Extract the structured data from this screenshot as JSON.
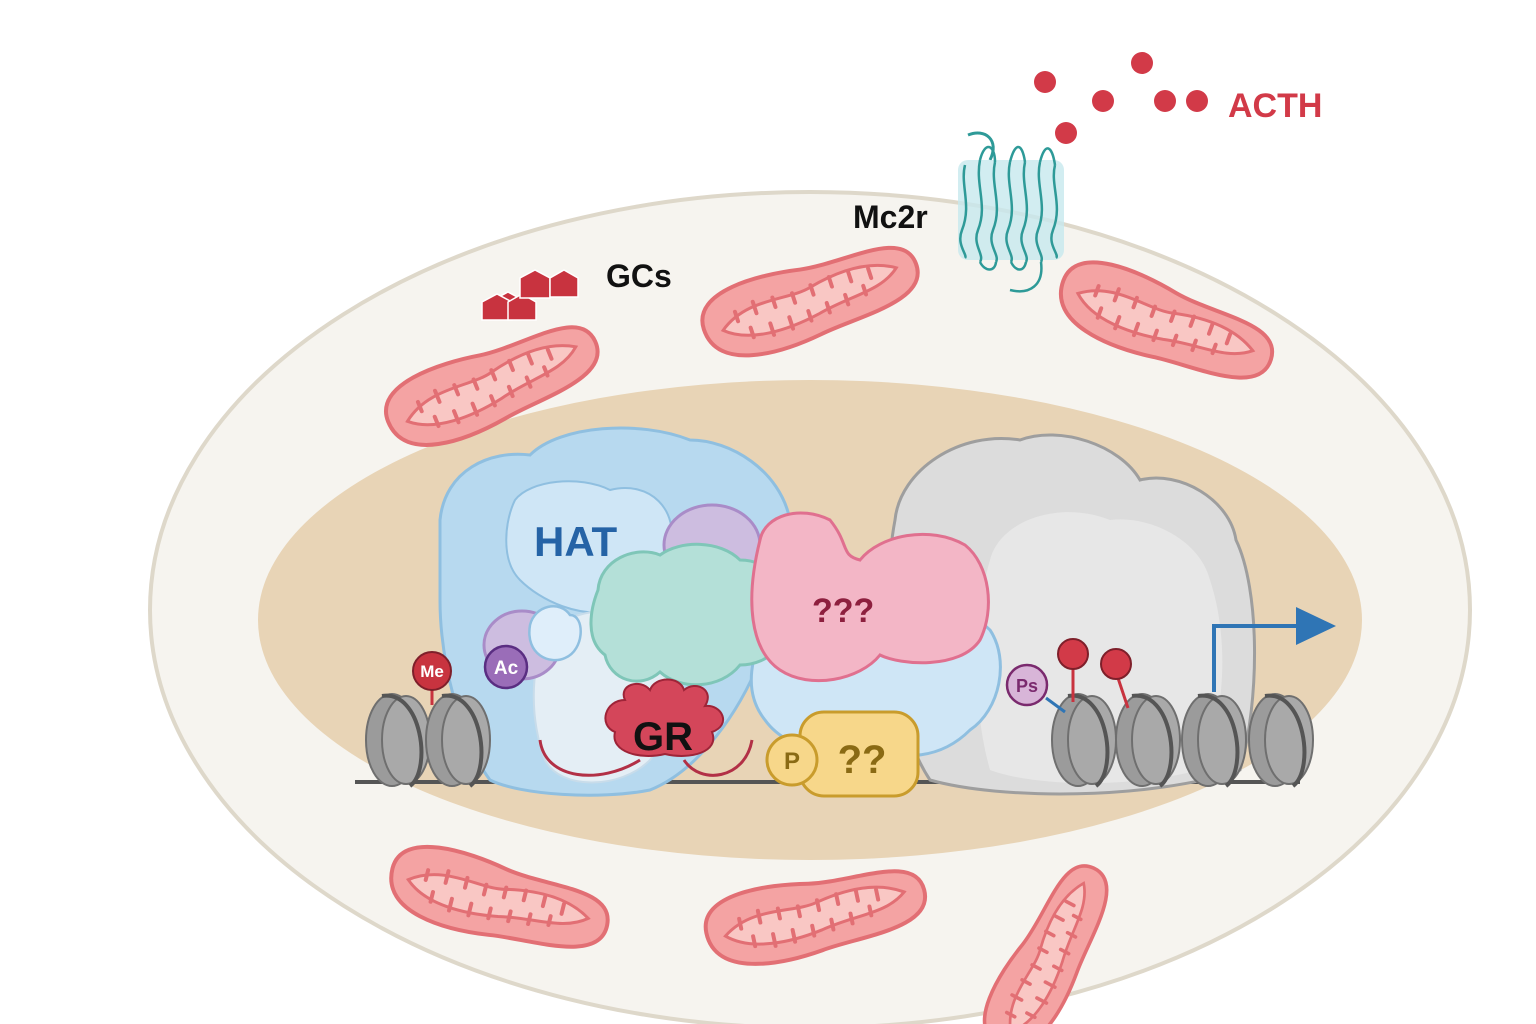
{
  "labels": {
    "acth": "ACTH",
    "mc2r": "Mc2r",
    "gcs": "GCs",
    "hat": "HAT",
    "unknown_complex": "???",
    "gr": "GR",
    "unknown_factor": "??",
    "phospho": "P",
    "methyl": "Me",
    "acetyl": "Ac",
    "phosphoserine": "Ps"
  },
  "colors": {
    "acth": "#d23a48",
    "gc": "#c8333f",
    "mitochondria": "#f4a3a3",
    "mitochondria_stroke": "#e26f74",
    "cell": "#f6f4ef",
    "nucleus": "#e8d4b6",
    "hat": "#b7d9ef",
    "hat_text": "#2563a6",
    "unknown_complex": "#f3b6c6",
    "unknown_text": "#8d1f3e",
    "teal": "#b4e0d8",
    "gr": "#d4465a",
    "factor": "#f7d78a",
    "factor_text": "#8a6a14",
    "nucleosome": "#9b9b9b",
    "arrow": "#2f75b5"
  }
}
